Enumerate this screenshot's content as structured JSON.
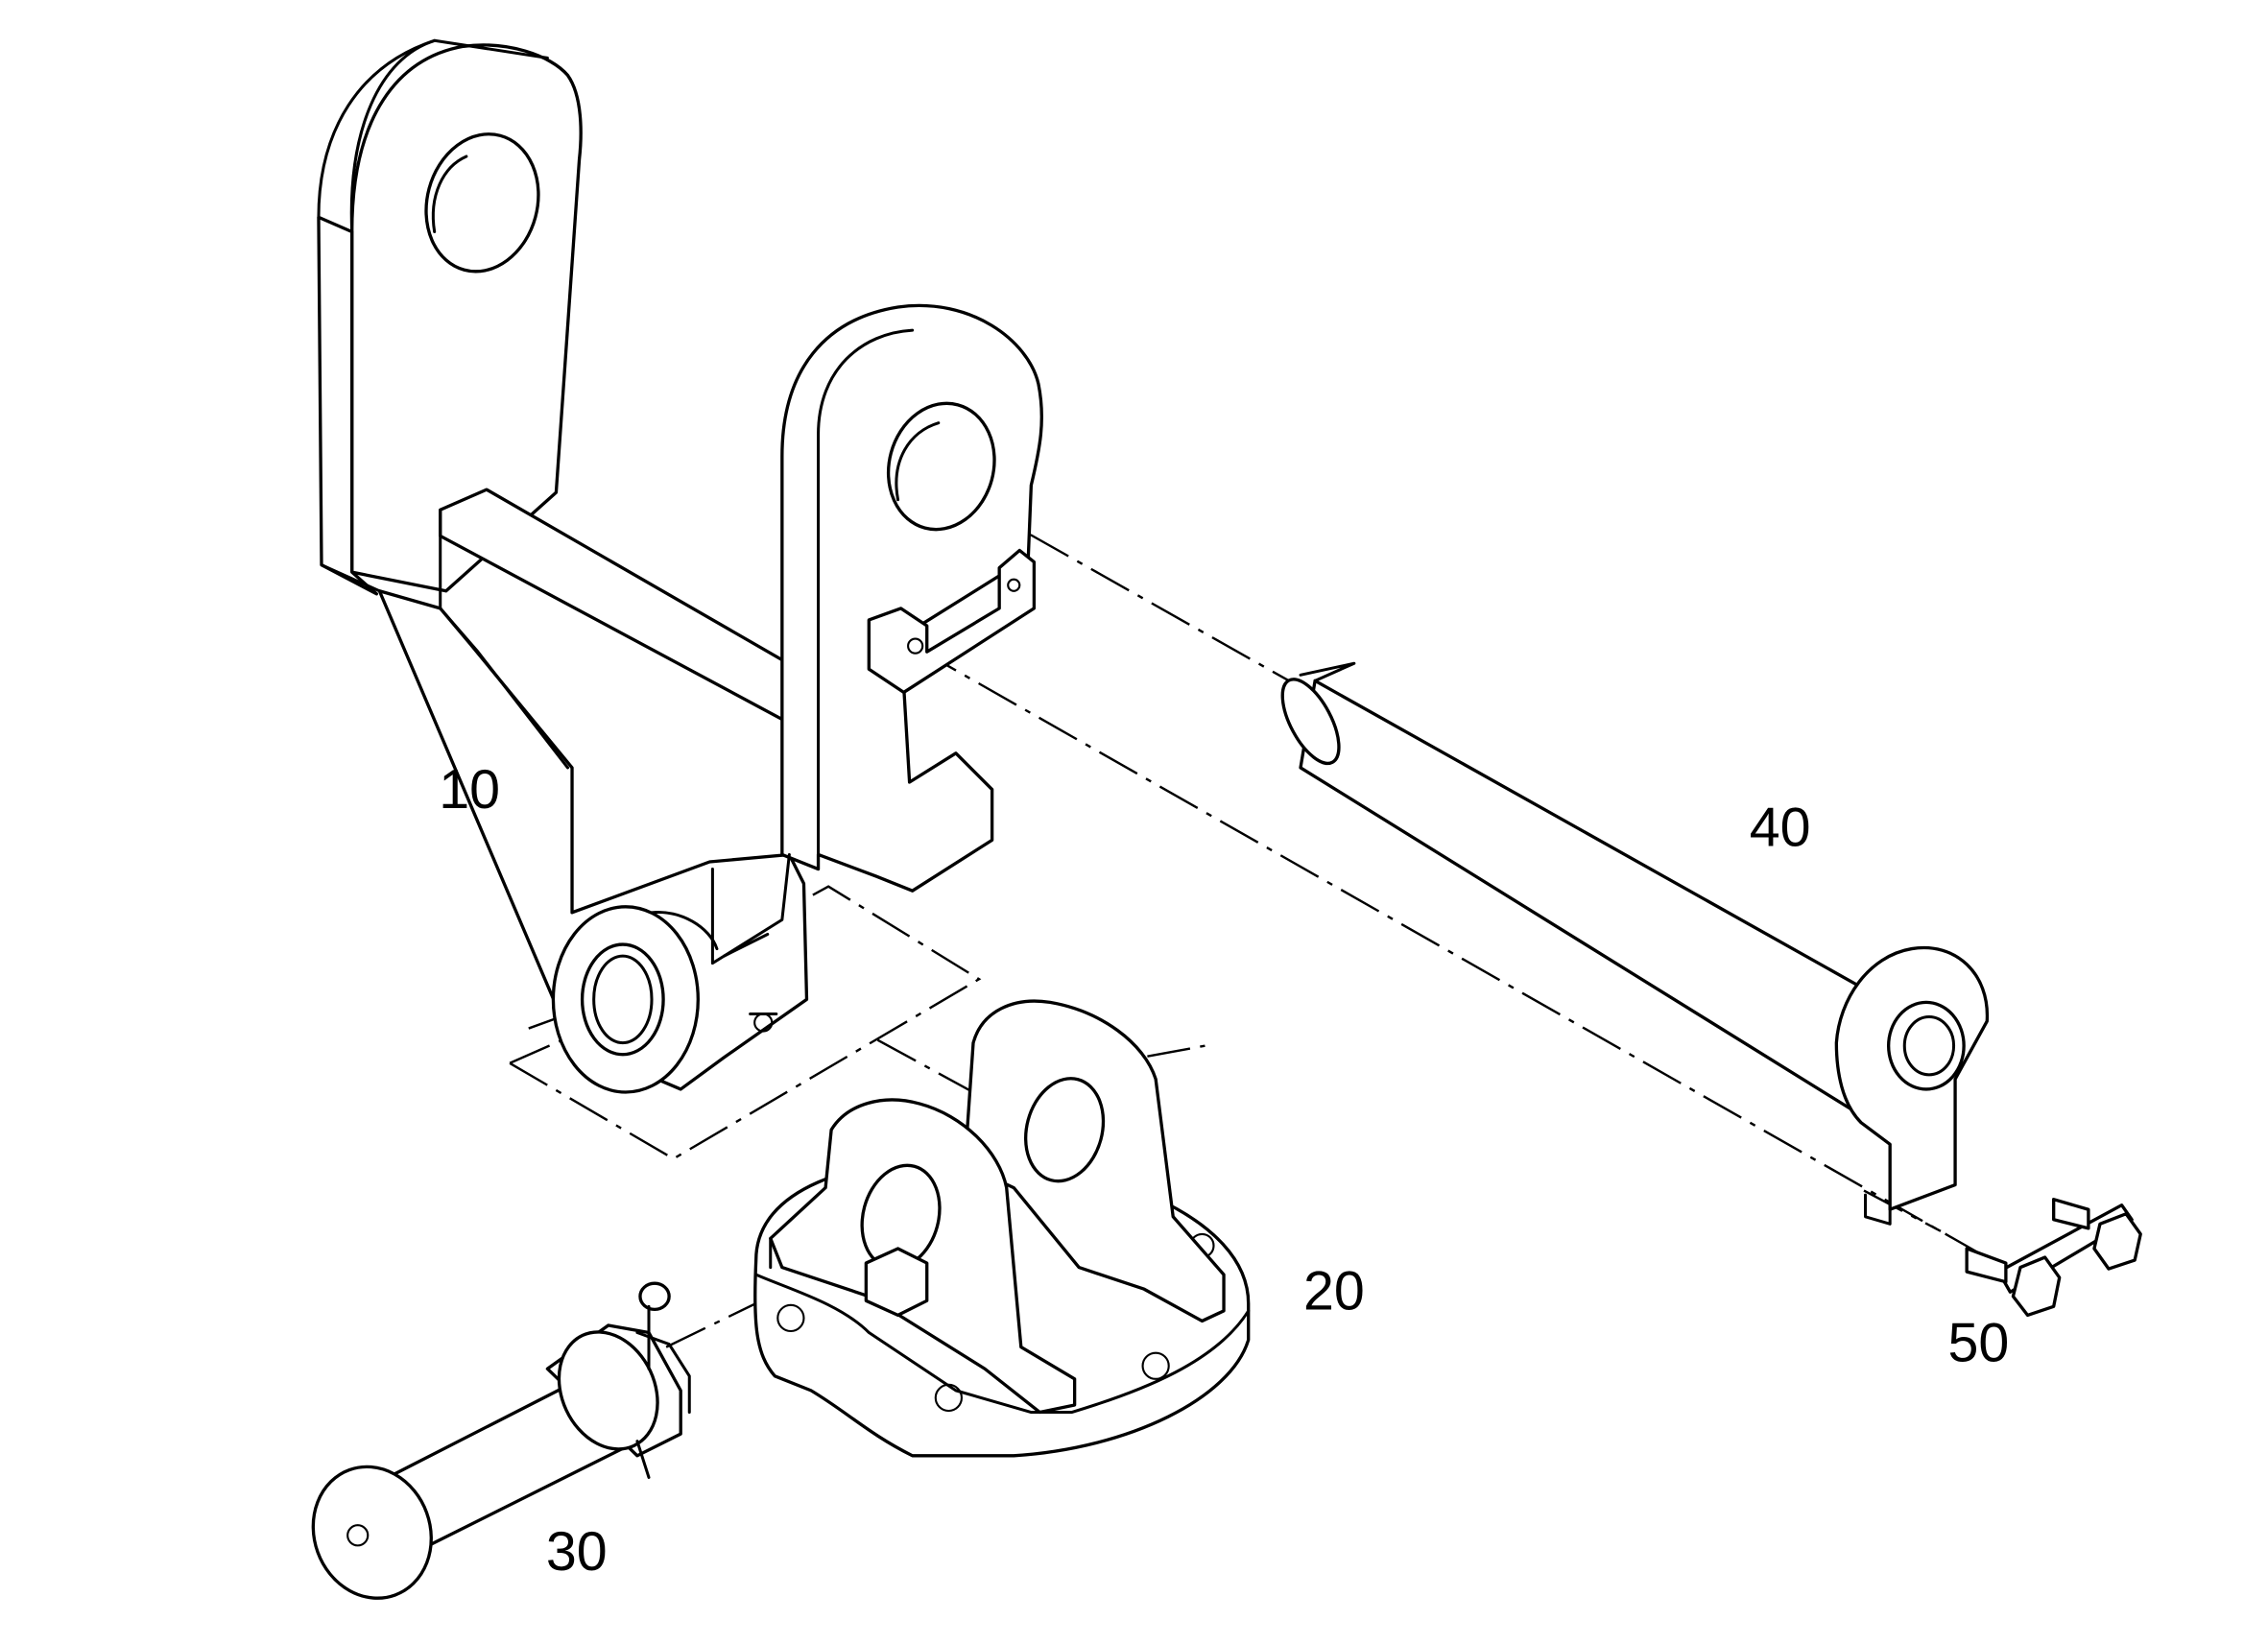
{
  "diagram": {
    "type": "exploded-parts-view",
    "line_color": "#000000",
    "background_color": "#ffffff",
    "parts": [
      {
        "id": "p10",
        "callout": "10",
        "depicts": "lever-arm-bracket"
      },
      {
        "id": "p20",
        "callout": "20",
        "depicts": "clevis-mounting-base"
      },
      {
        "id": "p30",
        "callout": "30",
        "depicts": "pin-with-castle-nut-and-cotter"
      },
      {
        "id": "p40",
        "callout": "40",
        "depicts": "pin-with-eye-plate"
      },
      {
        "id": "p50",
        "callout": "50",
        "depicts": "locking-plate-with-bolts"
      }
    ]
  }
}
